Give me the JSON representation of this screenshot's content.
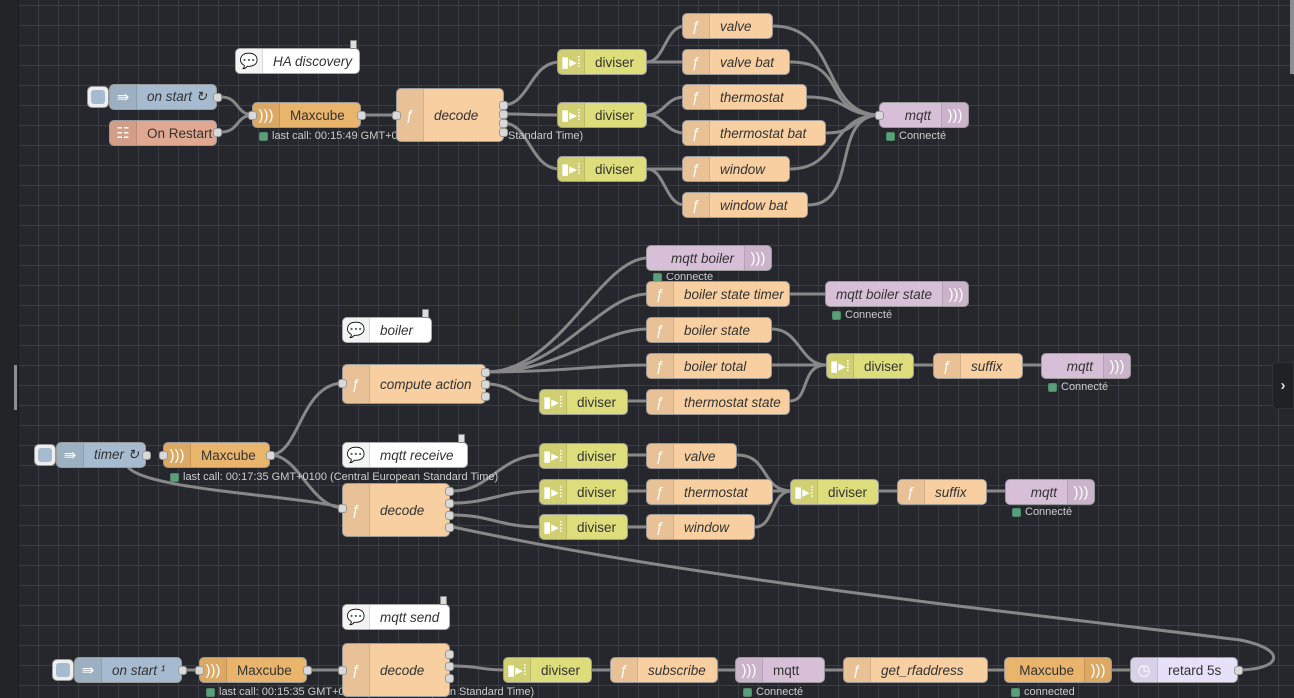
{
  "nodes": {
    "ha_comment": "HA discovery",
    "on_start_1": "on start ↻",
    "on_restart": "On Restart",
    "maxcube_1": "Maxcube",
    "maxcube_1_status": "last call: 00:15:49 GMT+0",
    "decode_1": "decode",
    "decode_1_status": "Standard Time)",
    "diviser": "diviser",
    "valve": "valve",
    "valve_bat": "valve bat",
    "thermostat": "thermostat",
    "thermostat_bat": "thermostat bat",
    "window": "window",
    "window_bat": "window bat",
    "mqtt": "mqtt",
    "connected_fr": "Connecté",
    "connected_en": "connected",
    "mqtt_boiler": "mqtt boiler",
    "mqtt_boiler_status": "Connecté",
    "boiler_state_timer": "boiler state timer",
    "mqtt_boiler_state": "mqtt boiler state",
    "boiler_comment": "boiler",
    "boiler_state": "boiler state",
    "boiler_total": "boiler total",
    "compute_action": "compute action",
    "thermostat_state": "thermostat state",
    "suffix": "suffix",
    "timer": "timer ↻",
    "maxcube_2_status": "last call: 00:17:35 GMT+0100 (Central European Standard Time)",
    "mqtt_receive_comment": "mqtt receive",
    "decode": "decode",
    "mqtt_send_comment": "mqtt send",
    "on_start_3": "on start ¹",
    "maxcube_3_status": "last call: 00:15:35 GMT+0100 (Central European Standard Time)",
    "subscribe": "subscribe",
    "get_rfaddress": "get_rfaddress",
    "retard": "retard 5s"
  },
  "icons": {
    "function": "ƒ",
    "inject": "⇛",
    "comment": "speech-bubble",
    "radio": ")))",
    "split": "split",
    "delay": "timer",
    "expand": "›"
  },
  "colors": {
    "function": "#f7cfa0",
    "split": "#dedd7b",
    "mqtt": "#d8bfd8",
    "maxcube": "#e9b46b",
    "inject": "#a6bbcf",
    "status_node": "#e0a890",
    "delay": "#e6e0f8",
    "status_ok": "#5a9e7a",
    "canvas": "#25272c"
  }
}
